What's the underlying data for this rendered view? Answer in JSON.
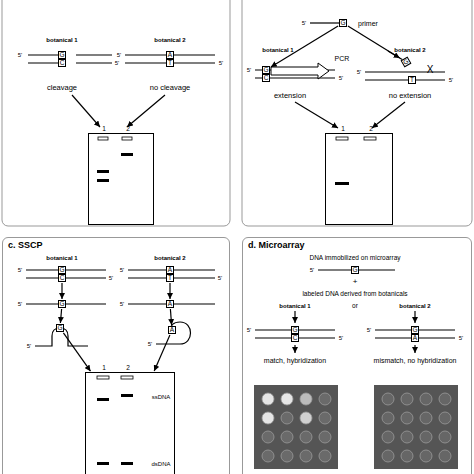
{
  "diagram": {
    "nodes": [
      {
        "text": [
          "G"
        ]
      },
      {
        "text": [
          "C"
        ]
      },
      {
        "text": [
          "A"
        ]
      },
      {
        "text": [
          "T"
        ]
      },
      {
        "text": [
          "1",
          "2"
        ]
      },
      {
        "text": [
          "G"
        ]
      },
      {
        "text": [
          "G"
        ]
      },
      {
        "text": [
          "C"
        ]
      },
      {
        "text": [
          "G"
        ]
      },
      {
        "text": [
          "T"
        ]
      },
      {
        "text": [
          "1",
          "2"
        ]
      },
      {
        "text": [
          "c. SSCP"
        ]
      },
      {
        "text": [
          "G"
        ],
        "in": 11
      },
      {
        "text": [
          "C"
        ],
        "in": 11
      },
      {
        "text": [
          "A"
        ],
        "in": 11
      },
      {
        "text": [
          "T"
        ],
        "in": 11
      },
      {
        "text": [
          "G"
        ],
        "in": 11
      },
      {
        "text": [
          "A"
        ],
        "in": 11
      },
      {
        "text": [
          "G"
        ],
        "in": 11
      },
      {
        "text": [
          "A"
        ],
        "in": 11
      },
      {
        "text": [
          "1",
          "2",
          "ssDNA",
          "dsDNA"
        ],
        "in": 11
      },
      {
        "text": [
          "d. Microarray"
        ]
      },
      {
        "text": [
          "G"
        ],
        "in": 21
      },
      {
        "text": [
          "G"
        ],
        "in": 21
      },
      {
        "text": [
          "C"
        ],
        "in": 21
      },
      {
        "text": [
          "G"
        ],
        "in": 21
      },
      {
        "text": [
          "A"
        ],
        "in": 21
      }
    ],
    "edges": [
      {
        "from": 5,
        "to": 6,
        "arrow": "to"
      },
      {
        "from": 5,
        "to": 8,
        "arrow": "to"
      },
      {
        "from": 13,
        "to": 16,
        "arrow": "to"
      },
      {
        "from": 16,
        "to": 18,
        "arrow": "to"
      },
      {
        "from": 18,
        "to": 20,
        "arrow": "to"
      },
      {
        "from": 15,
        "to": 17,
        "arrow": "to"
      },
      {
        "from": 17,
        "to": 19,
        "arrow": "to"
      },
      {
        "from": 19,
        "to": 20,
        "arrow": "to"
      }
    ],
    "labels": [
      "botanical 1",
      "botanical 2",
      "5'",
      "5'",
      "5'",
      "5'",
      "cleavage",
      "no cleavage",
      "5'",
      "primer",
      "botanical 1",
      "PCR",
      "botanical 2",
      "5'",
      "5'",
      "5'",
      "5'",
      "X",
      "extension",
      "no extension",
      "botanical 1",
      "botanical 2",
      "5'",
      "5'",
      "5'",
      "5'",
      "5'",
      "5'",
      "5'",
      "5'",
      "DNA immobilized on microarray",
      "5'",
      "+",
      "labeled DNA derived from botanicals",
      "botanical 1",
      "or",
      "botanical 2",
      "5'",
      "5'",
      "5'",
      "5'",
      "match, hybridization",
      "mismatch, no hybridization"
    ]
  }
}
